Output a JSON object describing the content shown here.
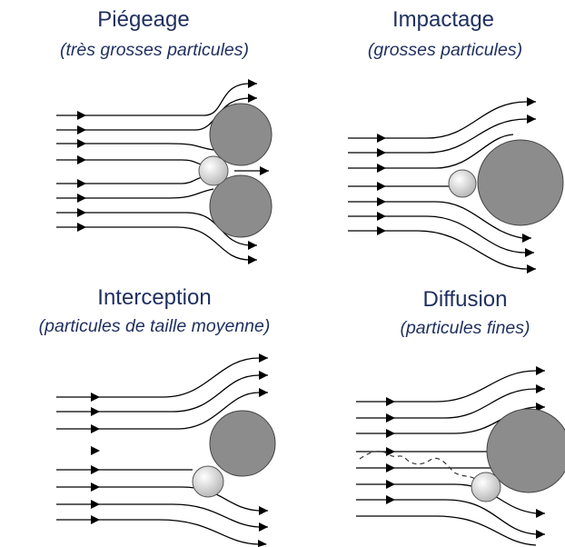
{
  "panels": {
    "piegeage": {
      "title": "Piégeage",
      "subtitle": "(très grosses particules)"
    },
    "impactage": {
      "title": "Impactage",
      "subtitle": "(grosses particules)"
    },
    "interception": {
      "title": "Interception",
      "subtitle": "(particules de taille moyenne)"
    },
    "diffusion": {
      "title": "Diffusion",
      "subtitle": "(particules fines)"
    }
  },
  "colors": {
    "title_text": "#1f2f5f",
    "streamline": "#000000",
    "fiber_fill": "#8c8c8c",
    "fiber_stroke": "#444444",
    "particle_light": "#ffffff",
    "particle_dark": "#b4b4b4"
  }
}
